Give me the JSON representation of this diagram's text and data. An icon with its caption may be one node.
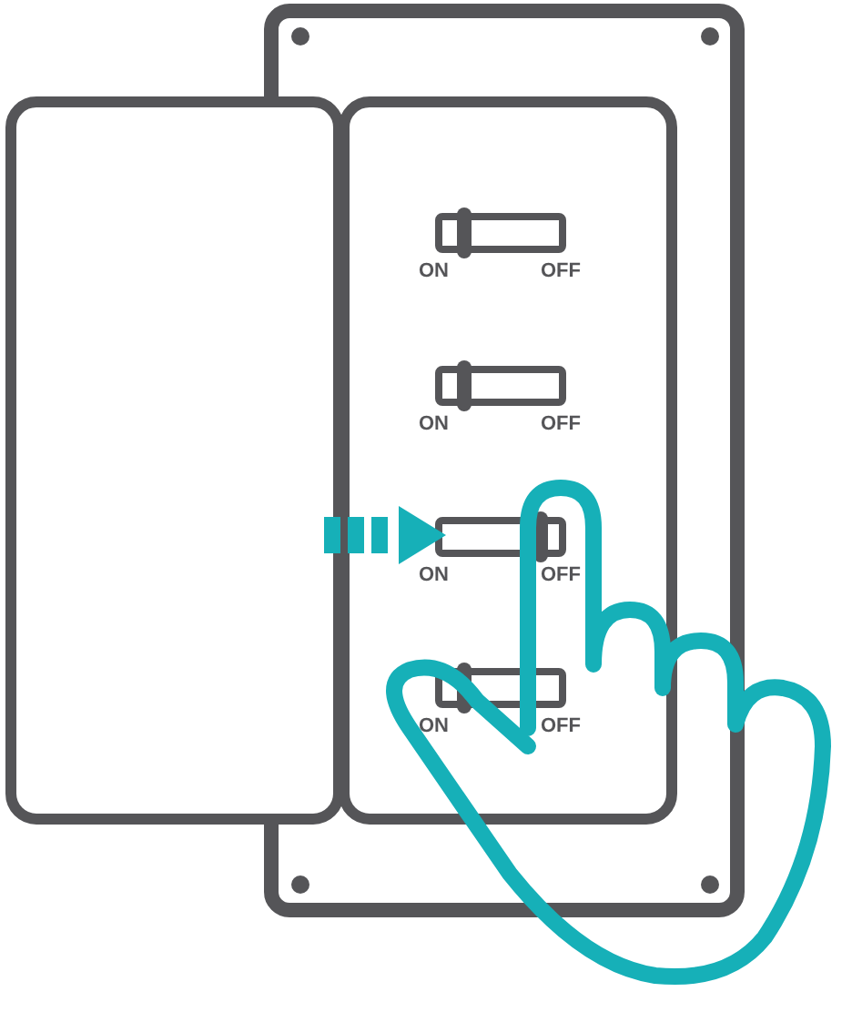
{
  "diagram": {
    "labels": [
      "ON",
      "OFF",
      "ON",
      "OFF",
      "ON",
      "OFF",
      "ON",
      "OFF"
    ]
  }
}
